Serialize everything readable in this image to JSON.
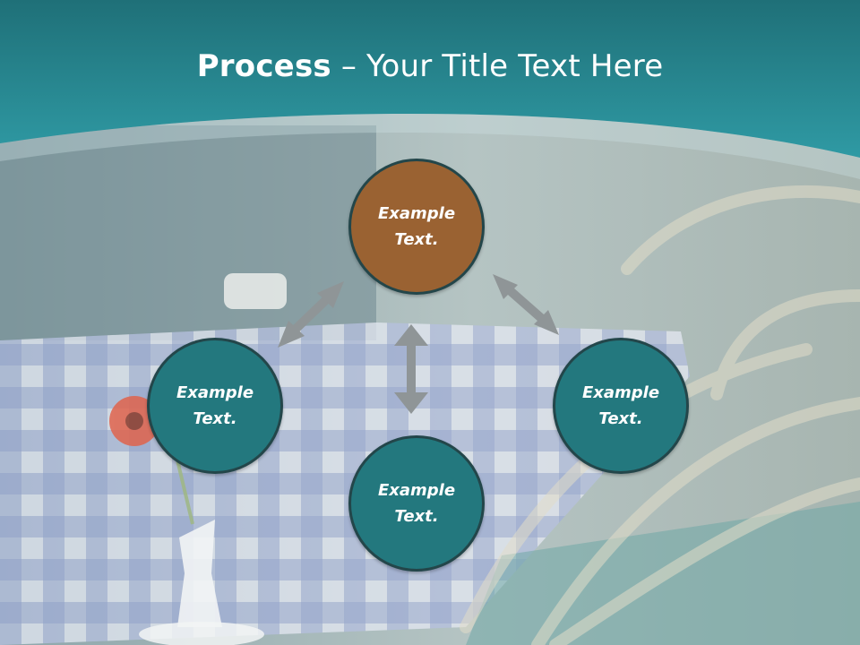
{
  "slide": {
    "title_bold": "Process",
    "title_rest": " – Your Title Text Here"
  },
  "diagram": {
    "nodes": [
      {
        "id": "top",
        "label": "Example Text.",
        "color": "#9a6232"
      },
      {
        "id": "left",
        "label": "Example Text.",
        "color": "#23787e"
      },
      {
        "id": "right",
        "label": "Example Text.",
        "color": "#23787e"
      },
      {
        "id": "bottom",
        "label": "Example Text.",
        "color": "#23787e"
      }
    ],
    "arrow_color": "#8f9597",
    "header_color": "#2a8f99"
  }
}
